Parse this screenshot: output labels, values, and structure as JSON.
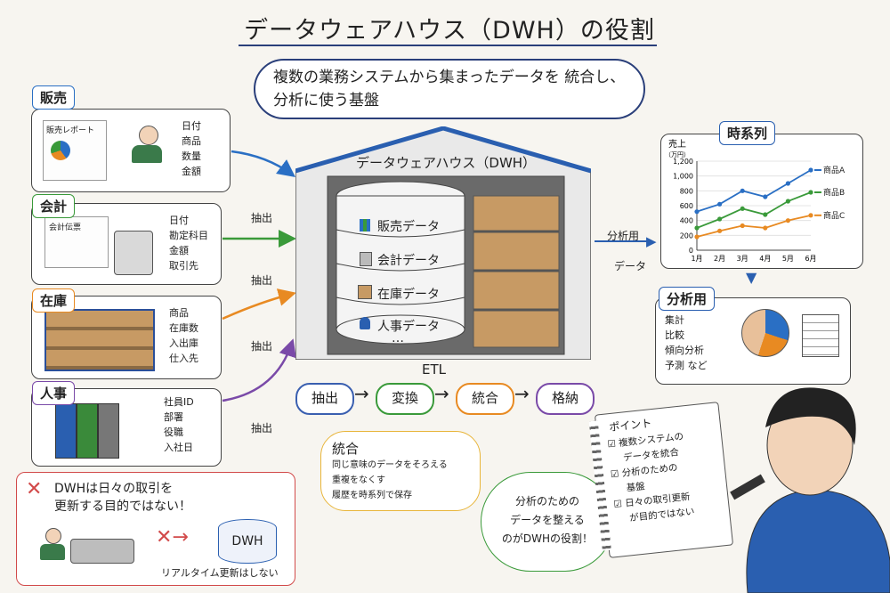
{
  "title": "データウェアハウス（DWH）の役割",
  "summary": [
    "複数の業務システムから集まったデータを 統合し、",
    "分析に使う基盤"
  ],
  "sources": [
    {
      "tag": "販売",
      "doc": "販売レポート",
      "items": [
        "日付",
        "商品",
        "数量",
        "金額"
      ],
      "color": "#2a6fc4"
    },
    {
      "tag": "会計",
      "doc": "会計伝票",
      "items": [
        "日付",
        "勘定科目",
        "金額",
        "取引先"
      ],
      "color": "#3a9a3a"
    },
    {
      "tag": "在庫",
      "doc": "",
      "items": [
        "商品",
        "在庫数",
        "入出庫",
        "仕入先"
      ],
      "color": "#e88a22"
    },
    {
      "tag": "人事",
      "doc": "",
      "items": [
        "社員ID",
        "部署",
        "役職",
        "入社日"
      ],
      "color": "#7a4aa8"
    }
  ],
  "extract_label": "抽出",
  "warehouse": {
    "label": "データウェアハウス（DWH）",
    "layers": [
      "販売データ",
      "会計データ",
      "在庫データ",
      "人事データ"
    ],
    "more": "…"
  },
  "etl": {
    "label": "ETL",
    "steps": [
      "抽出",
      "変換",
      "統合",
      "格納"
    ],
    "step_colors": [
      "#3a5fb0",
      "#3a9a3a",
      "#e88a22",
      "#7a4aa8"
    ]
  },
  "integration_note": {
    "title": "統合",
    "items": [
      "同じ意味のデータをそろえる",
      "重複をなくす",
      "履歴を時系列で保存"
    ]
  },
  "output_label": [
    "分析用",
    "データ"
  ],
  "timeseries": {
    "tag": "時系列"
  },
  "chart_data": {
    "type": "line",
    "ylabel": "売上",
    "yunit": "（万円）",
    "categories": [
      "1月",
      "2月",
      "3月",
      "4月",
      "5月",
      "6月"
    ],
    "ylim": [
      0,
      1200
    ],
    "yticks": [
      "0",
      "200",
      "400",
      "600",
      "800",
      "1,000",
      "1,200"
    ],
    "series": [
      {
        "name": "商品A",
        "values": [
          520,
          620,
          800,
          720,
          900,
          1080
        ],
        "color": "#2a6fc4"
      },
      {
        "name": "商品B",
        "values": [
          300,
          420,
          560,
          480,
          660,
          780
        ],
        "color": "#3a9a3a"
      },
      {
        "name": "商品C",
        "values": [
          180,
          260,
          330,
          300,
          400,
          470
        ],
        "color": "#e88a22"
      }
    ]
  },
  "analysis": {
    "tag": "分析用",
    "items": [
      "集計",
      "比較",
      "傾向分析",
      "予測 など"
    ]
  },
  "warning": {
    "lines": [
      "DWHは日々の取引を",
      "更新する目的ではない！"
    ],
    "dwh_label": "DWH",
    "caption": "リアルタイム更新はしない"
  },
  "points": {
    "title": "ポイント",
    "items": [
      "複数システムの",
      "データを統合",
      "分析のための",
      "基盤",
      "日々の取引更新",
      "が目的ではない"
    ]
  },
  "role_note": [
    "分析のための",
    "データを整える",
    "のがDWHの役割！"
  ]
}
